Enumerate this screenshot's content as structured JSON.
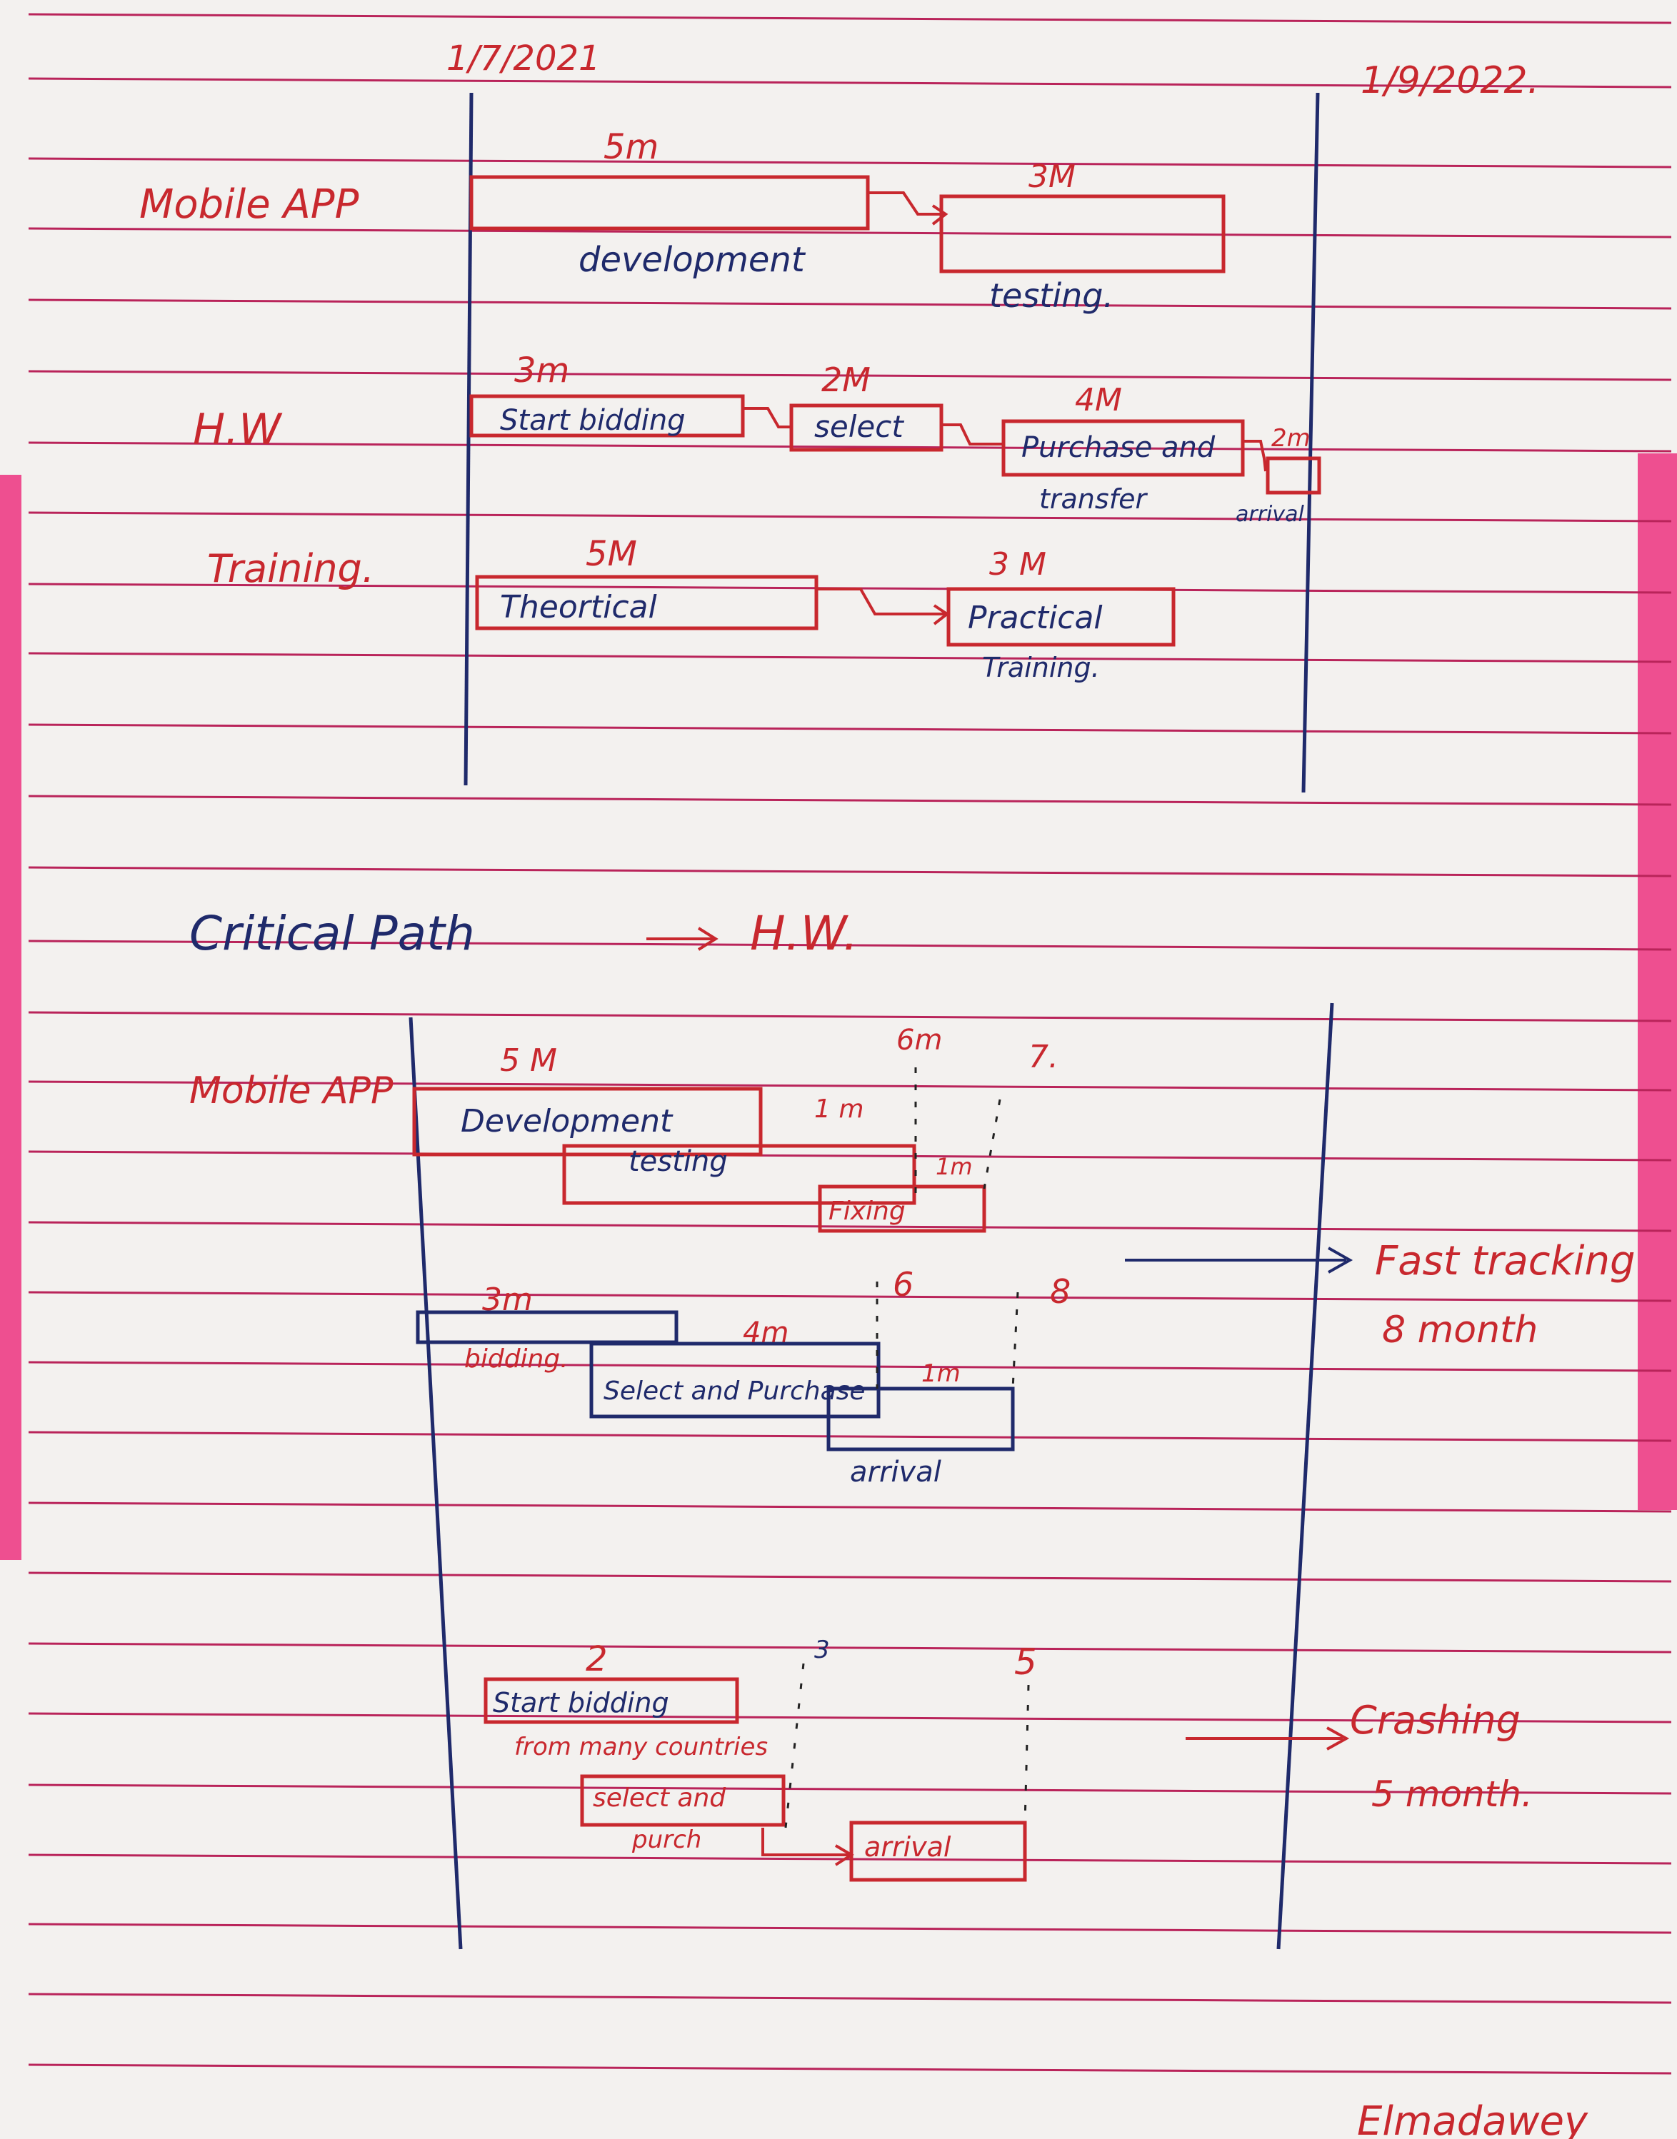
{
  "top_chart": {
    "start_date": "1/7/2021",
    "end_date": "1/9/2022.",
    "rows": {
      "mobile_app": {
        "label": "Mobile APP",
        "development": {
          "duration": "5m",
          "label": "development"
        },
        "testing": {
          "duration": "3M",
          "label": "testing."
        }
      },
      "hw": {
        "label": "H.W",
        "start_bidding": {
          "duration": "3m",
          "label": "Start bidding"
        },
        "select": {
          "duration": "2M",
          "label": "select"
        },
        "purchase": {
          "duration": "4M",
          "label": "Purchase and",
          "label2": "transfer"
        },
        "arrival": {
          "duration": "2m",
          "label": "arrival"
        }
      },
      "training": {
        "label": "Training.",
        "theoretical": {
          "duration": "5M",
          "label": "Theortical"
        },
        "practical": {
          "duration": "3 M",
          "label": "Practical",
          "label2": "Training."
        }
      }
    }
  },
  "critical_path": {
    "label": "Critical Path",
    "value": "H.W."
  },
  "fast_tracking": {
    "row_label": "Mobile APP",
    "development": {
      "duration": "5 M",
      "label": "Development"
    },
    "testing": {
      "label": "testing",
      "overlap": "1 m"
    },
    "fixing": {
      "label": "Fixing",
      "duration": "1m"
    },
    "marks": {
      "six_m": "6m",
      "seven": "7."
    },
    "hw": {
      "bidding": {
        "duration": "3m",
        "label": "bidding."
      },
      "select_purchase": {
        "duration": "4m",
        "label": "Select and Purchase",
        "overlap": "1m"
      },
      "arrival": {
        "label": "arrival"
      },
      "marks": {
        "six": "6",
        "eight": "8"
      }
    },
    "result": {
      "label": "Fast tracking",
      "duration": "8 month"
    }
  },
  "crashing": {
    "start_bidding": {
      "duration": "2",
      "label": "Start bidding",
      "label2": "from many countries"
    },
    "select_purchase": {
      "label": "select and",
      "label2": "purch"
    },
    "arrival": {
      "label": "arrival"
    },
    "marks": {
      "three": "3",
      "five": "5"
    },
    "result": {
      "label": "Crashing",
      "duration": "5 month."
    }
  },
  "signature": "Elmadawey"
}
